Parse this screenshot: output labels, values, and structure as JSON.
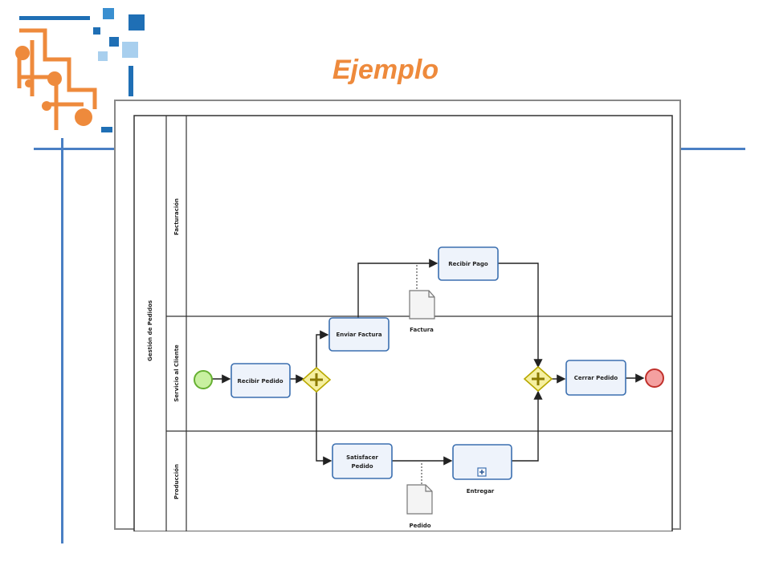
{
  "slide": {
    "title": "Ejemplo",
    "colors": {
      "title": "#ee8a3c",
      "logo_orange": "#ee8a3c",
      "logo_blue": "#1f6fb5",
      "rule_blue": "#4a7fc4"
    }
  },
  "diagram": {
    "pool": {
      "label": "Gestión de Pedidos"
    },
    "lanes": [
      {
        "id": "facturacion",
        "label": "Facturación"
      },
      {
        "id": "servicio",
        "label": "Servicio al Cliente"
      },
      {
        "id": "produccion",
        "label": "Producción"
      }
    ],
    "tasks": {
      "recibir_pedido": "Recibir Pedido",
      "enviar_factura": "Enviar Factura",
      "recibir_pago": "Recibir Pago",
      "satisfacer_pedido_l1": "Satisfacer",
      "satisfacer_pedido_l2": "Pedido",
      "cerrar_pedido": "Cerrar Pedido",
      "entregar": "Entregar"
    },
    "data_objects": {
      "factura": "Factura",
      "pedido": "Pedido"
    },
    "colors": {
      "task_fill": "#eef3fb",
      "task_stroke": "#3b6fb0",
      "start_fill": "#c8f0a0",
      "start_stroke": "#66b032",
      "end_fill": "#f4a0a0",
      "end_stroke": "#c0302b",
      "gateway_fill": "#f6f0a0",
      "gateway_stroke": "#b8a800"
    }
  }
}
